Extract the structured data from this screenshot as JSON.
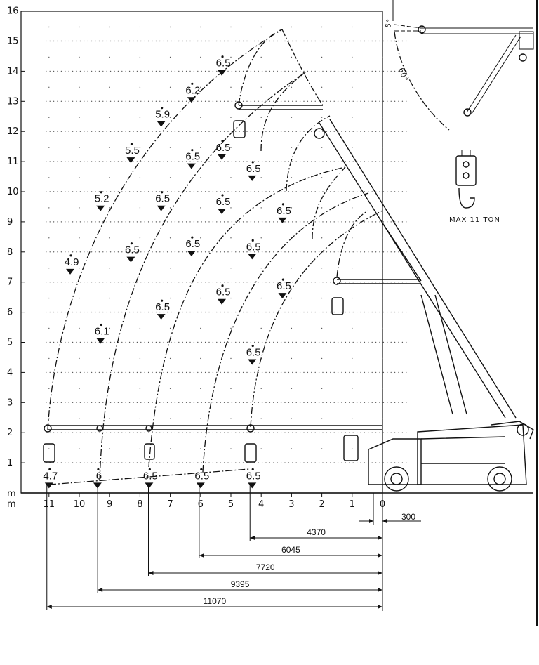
{
  "chart_data": {
    "type": "scatter",
    "x_unit": "m",
    "y_unit": "m",
    "x_ticks": [
      "11",
      "10",
      "9",
      "8",
      "7",
      "6",
      "5",
      "4",
      "3",
      "2",
      "1",
      "0"
    ],
    "y_ticks": [
      "1",
      "2",
      "3",
      "4",
      "5",
      "6",
      "7",
      "8",
      "9",
      "10",
      "11",
      "12",
      "13",
      "14",
      "15",
      "16"
    ],
    "xlim": [
      11.5,
      0
    ],
    "ylim": [
      0,
      16
    ],
    "grid": "dotted",
    "capacities": [
      {
        "x": 11,
        "y": 0.2,
        "label": "4.7"
      },
      {
        "x": 9.4,
        "y": 0.2,
        "label": "6"
      },
      {
        "x": 7.7,
        "y": 0.2,
        "label": "6.5"
      },
      {
        "x": 6.0,
        "y": 0.2,
        "label": "6.5"
      },
      {
        "x": 4.3,
        "y": 0.2,
        "label": "6.5"
      },
      {
        "x": 10.3,
        "y": 7.3,
        "label": "4.9"
      },
      {
        "x": 9.3,
        "y": 9.4,
        "label": "5.2"
      },
      {
        "x": 8.3,
        "y": 11.0,
        "label": "5.5"
      },
      {
        "x": 7.3,
        "y": 12.2,
        "label": "5.9"
      },
      {
        "x": 6.3,
        "y": 13.0,
        "label": "6.2"
      },
      {
        "x": 5.3,
        "y": 13.9,
        "label": "6.5"
      },
      {
        "x": 9.3,
        "y": 5.0,
        "label": "6.1"
      },
      {
        "x": 8.3,
        "y": 7.7,
        "label": "6.5"
      },
      {
        "x": 7.3,
        "y": 9.4,
        "label": "6.5"
      },
      {
        "x": 6.3,
        "y": 10.8,
        "label": "6.5"
      },
      {
        "x": 5.3,
        "y": 11.1,
        "label": "6.5"
      },
      {
        "x": 7.3,
        "y": 5.8,
        "label": "6.5"
      },
      {
        "x": 6.3,
        "y": 7.9,
        "label": "6.5"
      },
      {
        "x": 5.3,
        "y": 9.3,
        "label": "6.5"
      },
      {
        "x": 4.3,
        "y": 10.4,
        "label": "6.5"
      },
      {
        "x": 5.3,
        "y": 6.3,
        "label": "6.5"
      },
      {
        "x": 4.3,
        "y": 7.8,
        "label": "6.5"
      },
      {
        "x": 3.3,
        "y": 9.0,
        "label": "6.5"
      },
      {
        "x": 4.3,
        "y": 4.3,
        "label": "6.5"
      },
      {
        "x": 3.3,
        "y": 6.5,
        "label": "6.5"
      }
    ],
    "dimensions": [
      {
        "from": 4.37,
        "to": 0,
        "label": "4370"
      },
      {
        "from": 6.045,
        "to": 0,
        "label": "6045"
      },
      {
        "from": 7.72,
        "to": 0,
        "label": "7720"
      },
      {
        "from": 9.395,
        "to": 0,
        "label": "9395"
      },
      {
        "from": 11.07,
        "to": 0,
        "label": "11070"
      }
    ],
    "offset_label": "300",
    "angle_labels": [
      "5°",
      "60°"
    ],
    "hook_note": "MAX 11 TON"
  }
}
